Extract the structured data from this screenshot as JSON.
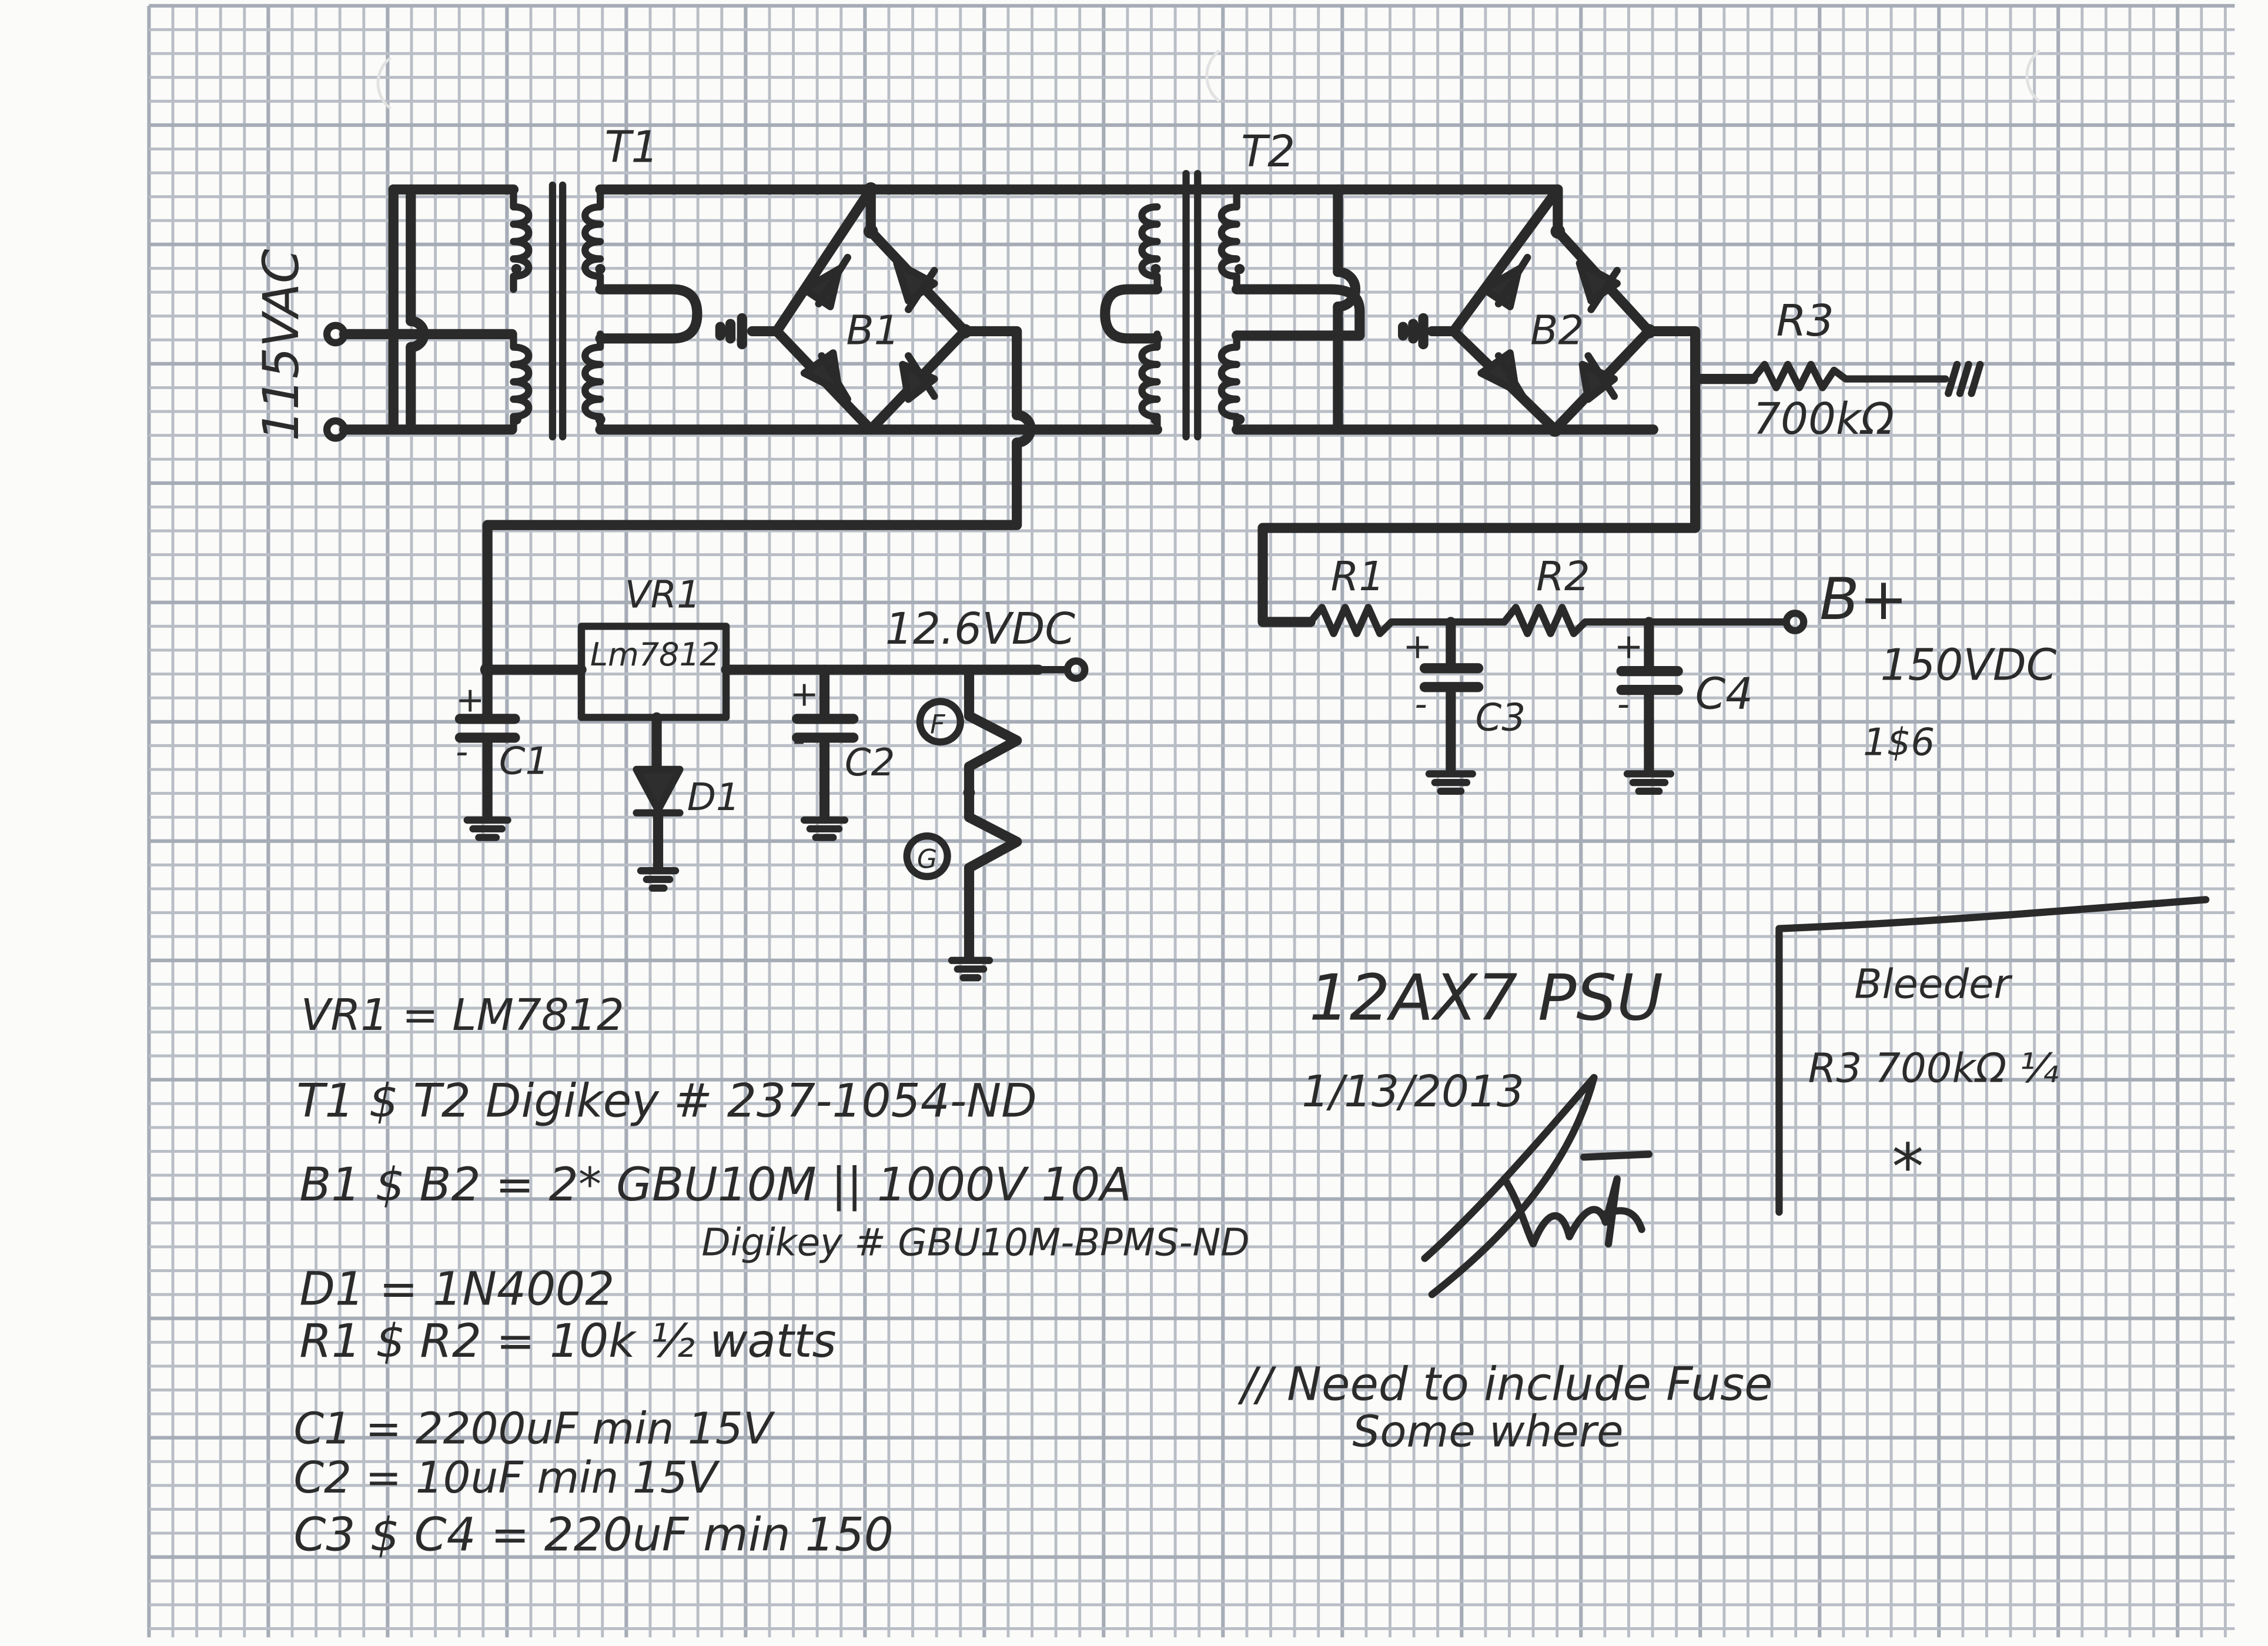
{
  "schematic": {
    "input_label": "115VAC",
    "t1_label": "T1",
    "t2_label": "T2",
    "b1_label": "B1",
    "b2_label": "B2",
    "r3_label": "R3",
    "r3_value": "700kΩ",
    "vr1_label": "VR1",
    "vr1_part": "Lm7812",
    "out_12v_label": "12.6VDC",
    "c1_label": "C1",
    "c2_label": "C2",
    "c3_label": "C3",
    "c4_label": "C4",
    "d1_label": "D1",
    "r1_label": "R1",
    "r2_label": "R2",
    "bplus_label": "B+",
    "bplus_voltage": "150VDC",
    "bplus_note": "1$6",
    "heater_f_label": "F",
    "heater_g_label": "G",
    "plus_sign": "+",
    "minus_sign": "-"
  },
  "parts_list": {
    "line1": "VR1 = LM7812",
    "line2": "T1 $ T2   Digikey # 237-1054-ND",
    "line3": "B1 $ B2  =   2* GBU10M  || 1000V 10A",
    "line4": "Digikey # GBU10M-BPMS-ND",
    "line5": "D1 =  1N4002",
    "line6": "R1 $ R2 =  10k     ½ watts",
    "line7": "C1  = 2200uF          min 15V",
    "line8": "C2 = 10uF             min 15V",
    "line9": "C3 $ C4  = 220uF   min 150"
  },
  "title_block": {
    "title": "12AX7  PSU",
    "date": "1/13/2013",
    "fuse_note_line1": "// Need to include Fuse",
    "fuse_note_line2": "Some where"
  },
  "bleeder_box": {
    "heading": "Bleeder",
    "line": "R3  700kΩ  ¼",
    "mark": "*"
  }
}
